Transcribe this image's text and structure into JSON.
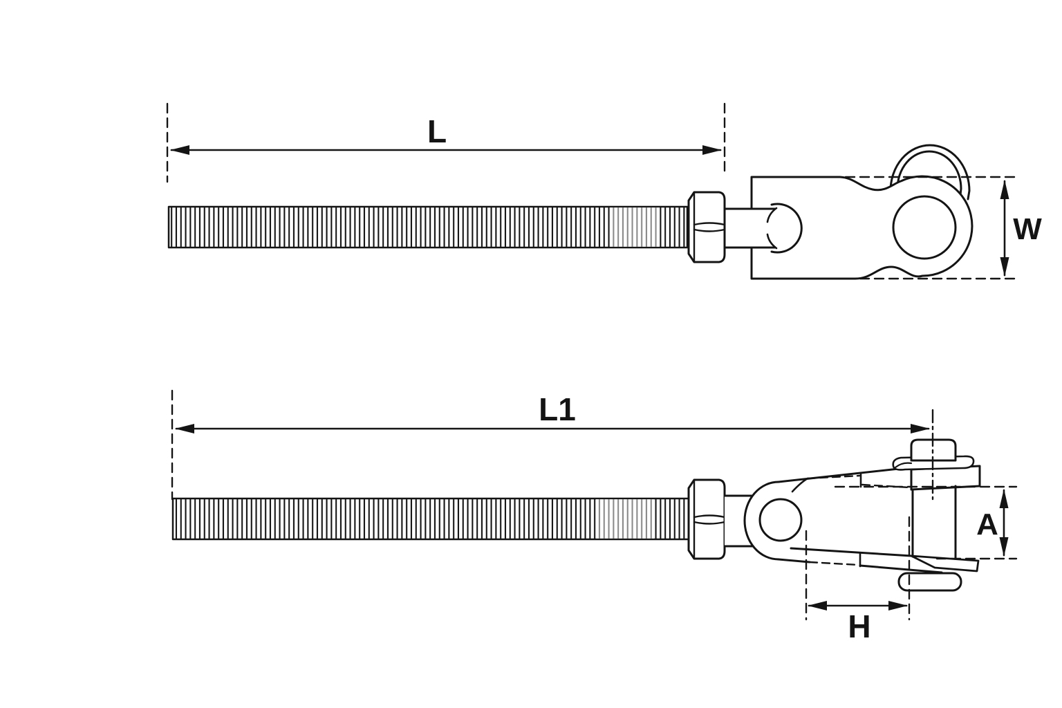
{
  "diagram": {
    "background_color": "#ffffff",
    "line_color": "#141414",
    "views": [
      {
        "name": "threaded eye terminal side view",
        "labels": {
          "length": "L",
          "eye_width": "W"
        },
        "parts": [
          "threaded-rod",
          "hex-nut",
          "ball-swivel",
          "eye-body",
          "ring"
        ]
      },
      {
        "name": "threaded jaw terminal side view",
        "labels": {
          "length": "L1",
          "jaw_inside_width": "A",
          "jaw_opening_depth": "H"
        },
        "parts": [
          "threaded-rod",
          "hex-nut",
          "fork-jaw",
          "clevis-pin",
          "spring-washer",
          "pin-nut"
        ]
      }
    ]
  }
}
